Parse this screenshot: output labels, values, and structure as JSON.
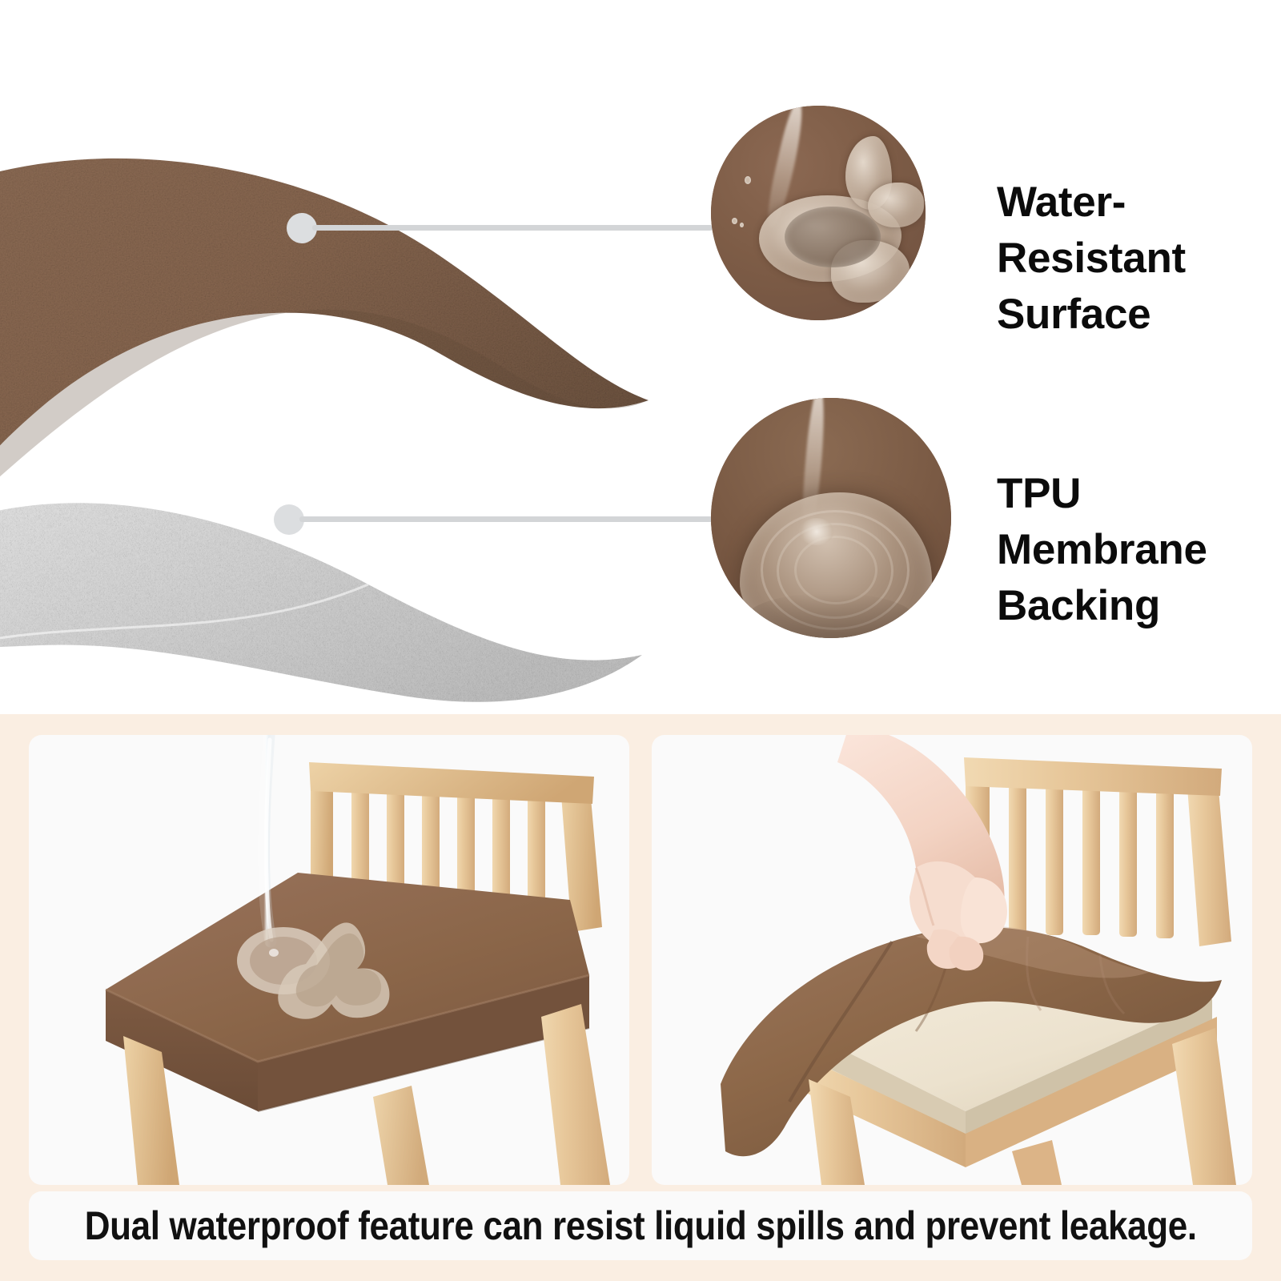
{
  "page": {
    "background_color": "#ffffff",
    "product": "waterproof dining chair seat cover"
  },
  "top_section": {
    "swatch": {
      "name": "layered-fabric-swatch",
      "top_layer": {
        "label": "water-resistant brown face fabric",
        "color": "#8a6a53",
        "texture": "suede / brushed fiber"
      },
      "bottom_layer": {
        "label": "TPU membrane backing",
        "color": "#cfcfcf",
        "texture": "woven knit"
      }
    },
    "callouts": [
      {
        "id": "water-resistant-surface",
        "label": "Water-Resistant\nSurface",
        "line1": "Water-Resistant",
        "line2": "Surface",
        "photo_alt": "water poured onto brown fabric beading into a puddle",
        "photo_bg": "#7d5c46",
        "dot_color": "#dcdee0",
        "line_color": "#d3d5d7"
      },
      {
        "id": "tpu-membrane-backing",
        "label": "TPU Membrane\nBacking",
        "line1": "TPU Membrane",
        "line2": "Backing",
        "photo_alt": "water pooling on top of TPU membrane backing",
        "photo_bg": "#7a5a44",
        "dot_color": "#dcdee0",
        "line_color": "#d3d5d7"
      }
    ]
  },
  "bottom_section": {
    "background_color": "#faeee2",
    "panel_color": "#fafafa",
    "photos": [
      {
        "id": "water-pour-demo",
        "alt": "Water stream poured onto brown seat cover on a light wood slat-back chair; liquid beads on the surface",
        "chair_wood_color": "#e8c89b",
        "cover_color": "#8a6548"
      },
      {
        "id": "cover-lift-demo",
        "alt": "A hand lifting the stretchy brown seat cover off to reveal the cream upholstered chair seat underneath",
        "chair_wood_color": "#e8c89b",
        "cover_color": "#8a6548",
        "seat_color": "#efe6d4"
      }
    ],
    "caption": "Dual waterproof feature can resist liquid spills and prevent leakage."
  }
}
